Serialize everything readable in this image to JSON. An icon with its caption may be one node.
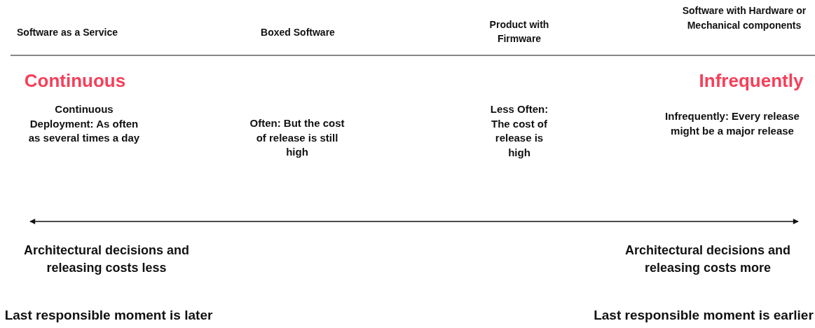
{
  "diagram": {
    "labels": [
      "Software as a Service",
      "Boxed Software",
      "Product with Firmware",
      "Software with Hardware or Mechanical components",
      "Continuous",
      "Infrequently",
      "Continuous Deployment: As often as several times a day",
      "Often: But the cost of release is still high",
      "Less Often: The cost of release is high",
      "Infrequently: Every release might be a major release",
      "Architectural decisions and releasing costs less",
      "Architectural decisions and releasing costs more",
      "Last responsible moment is later",
      "Last responsible moment is earlier"
    ]
  }
}
